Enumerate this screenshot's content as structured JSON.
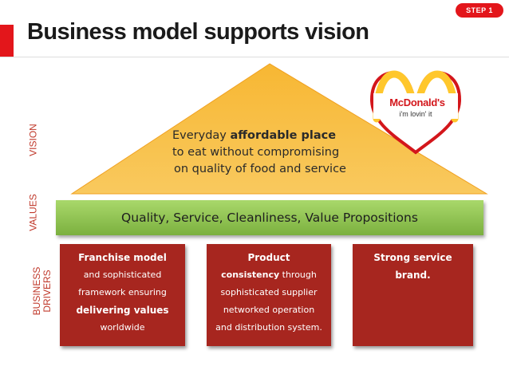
{
  "slide": {
    "title": "Business model supports vision",
    "step_badge": "STEP 1"
  },
  "labels": {
    "vision": "VISION",
    "values": "VALUES",
    "drivers_line1": "BUSINESS",
    "drivers_line2": "DRIVERS"
  },
  "vision": {
    "line1_prefix": "Everyday ",
    "line1_bold": "affordable place",
    "line2": "to eat without compromising",
    "line3": "on quality of food and service"
  },
  "values_text": "Quality, Service, Cleanliness, Value Propositions",
  "drivers": [
    {
      "line1": "Franchise model",
      "line2": "and sophisticated",
      "line3": "framework ensuring",
      "line4": "delivering values",
      "line5": "worldwide"
    },
    {
      "line1": "Product",
      "line2_bold": "consistency",
      "line2_rest": " through",
      "line3": "sophisticated supplier",
      "line4": "networked operation",
      "line5": "and distribution system."
    },
    {
      "line1": "Strong service",
      "line2": "brand."
    }
  ],
  "logo": {
    "brand": "McDonald's",
    "tagline": "i'm lovin' it"
  },
  "colors": {
    "accent_red": "#e3161b",
    "driver_box": "#a7261f",
    "values_green": "#8dc153",
    "vision_orange": "#f5a623",
    "logo_yellow": "#ffc72c"
  }
}
